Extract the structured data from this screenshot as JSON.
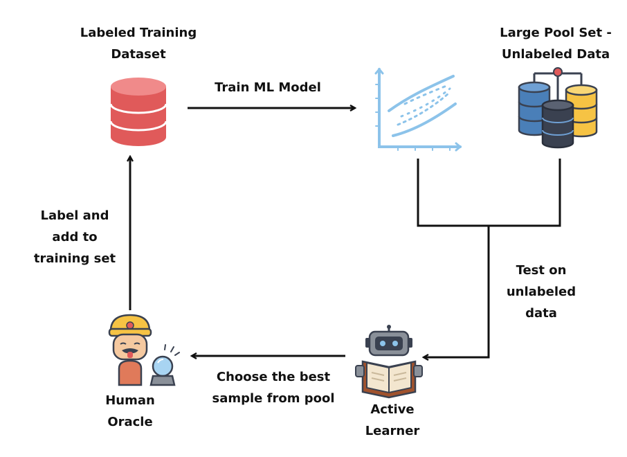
{
  "labels": {
    "labeled_dataset": [
      "Labeled Training",
      "Dataset"
    ],
    "pool_set": [
      "Large Pool Set -",
      "Unlabeled Data"
    ],
    "train_model": "Train ML Model",
    "label_and_add": [
      "Label and",
      "add to",
      "training set"
    ],
    "test_unlabeled": [
      "Test on",
      "unlabeled",
      "data"
    ],
    "choose_best": [
      "Choose the best",
      "sample from pool"
    ],
    "human_oracle": [
      "Human",
      "Oracle"
    ],
    "active_learner": [
      "Active",
      "Learner"
    ]
  },
  "icons": {
    "labeled_dataset": "database-icon",
    "model": "scatter-plot-icon",
    "pool": "server-stack-icon",
    "oracle": "fortune-teller-icon",
    "learner": "robot-reading-icon"
  },
  "colors": {
    "database_red": "#e05a5a",
    "plot_blue": "#8cc3ea",
    "server_blue": "#4a7fb8",
    "server_yellow": "#f6c344",
    "server_dark": "#3a4150",
    "arrow": "#111111"
  }
}
